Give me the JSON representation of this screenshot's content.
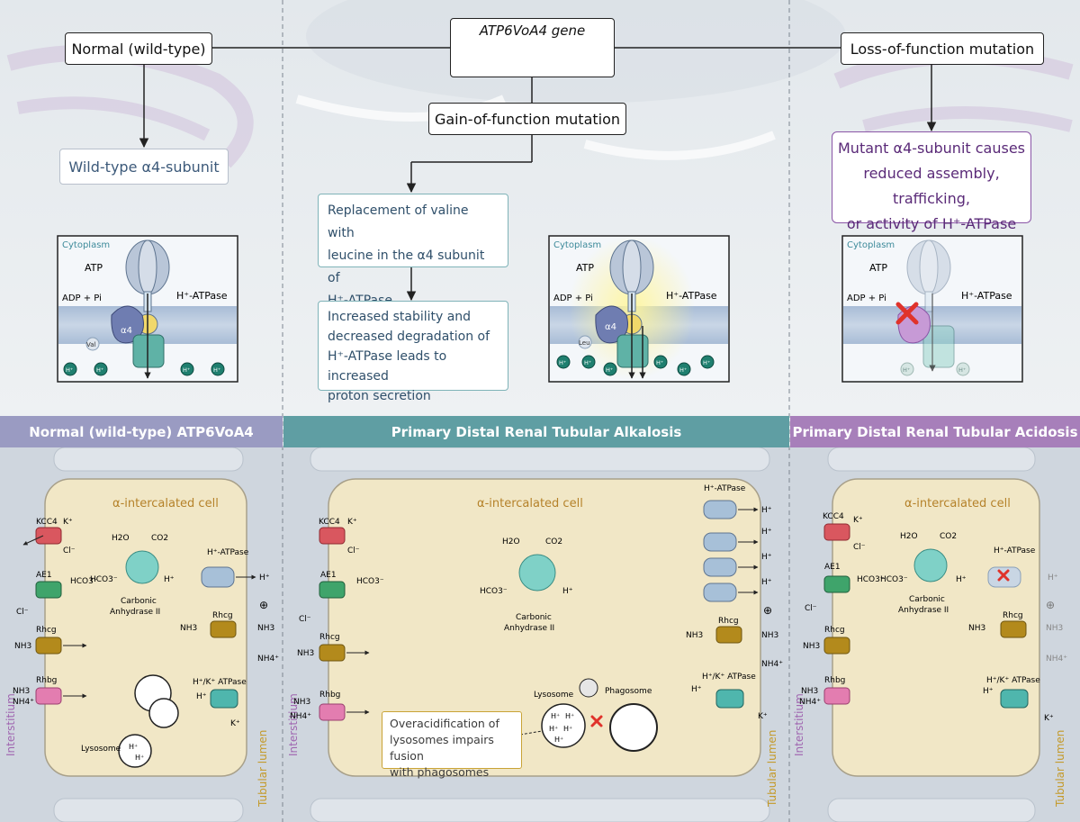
{
  "colors": {
    "band_normal": "#9a9bc2",
    "band_alkalosis": "#5f9ea3",
    "band_acidosis": "#a77fba",
    "cell_fill": "#f1e7c6",
    "intercalated_label": "#b5822a",
    "side_label": "#a066b0",
    "tubular_label": "#c49a2a",
    "channel_red": "#d9575f",
    "channel_green": "#3fa46b",
    "channel_gold": "#b38a1c",
    "channel_pink": "#e37db0",
    "channel_teal": "#4fb6ad",
    "enzyme": "#7fd1c7",
    "x_mark": "#e0332b"
  },
  "header": {
    "normal_label": "Normal (wild-type)",
    "gene_label": "ATP6VoA4 gene",
    "loss_label": "Loss-of-function mutation",
    "gain_label": "Gain-of-function mutation"
  },
  "callouts": {
    "wild_type": "Wild-type α4-subunit",
    "replacement_lines": [
      "Replacement of valine with",
      "leucine in the α4 subunit of",
      "H⁺-ATPase"
    ],
    "stability_lines": [
      "Increased stability and",
      "decreased degradation of",
      "H⁺-ATPase leads to increased",
      "proton secretion"
    ],
    "mutant_lines": [
      "Mutant α4-subunit causes",
      "reduced assembly, trafficking,",
      "or activity of H⁺-ATPase"
    ]
  },
  "panels": {
    "cytoplasm": "Cytoplasm",
    "atp": "ATP",
    "adp": "ADP + Pi",
    "atpase": "H⁺-ATPase",
    "alpha4": "α4",
    "val": "Val",
    "leu": "Leu",
    "hplus": "H⁺"
  },
  "bands": {
    "normal": "Normal (wild-type) ATP6VoA4",
    "alkalosis": "Primary Distal Renal Tubular Alkalosis",
    "acidosis": "Primary Distal Renal Tubular Acidosis"
  },
  "cell": {
    "title": "α-intercalated cell",
    "kcc4": "KCC4",
    "kplus": "K⁺",
    "cl": "Cl⁻",
    "ae1": "AE1",
    "hco3": "HCO3⁻",
    "rhcg": "Rhcg",
    "nh3": "NH3",
    "nh4": "NH4⁺",
    "rhbg": "Rhbg",
    "h2o": "H2O",
    "co2": "CO2",
    "carbonic": "Carbonic",
    "anhydrase": "Anhydrase II",
    "atpase": "H⁺-ATPase",
    "hk_atpase": "H⁺/K⁺ ATPase",
    "hplus": "H⁺",
    "plus": "⊕",
    "lysosome": "Lysosome",
    "phagosome": "Phagosome",
    "interstitium": "Interstitium",
    "tubular": "Tubular lumen"
  },
  "overacid_lines": [
    "Overacidification of",
    "lysosomes impairs fusion",
    "with phagosomes"
  ]
}
